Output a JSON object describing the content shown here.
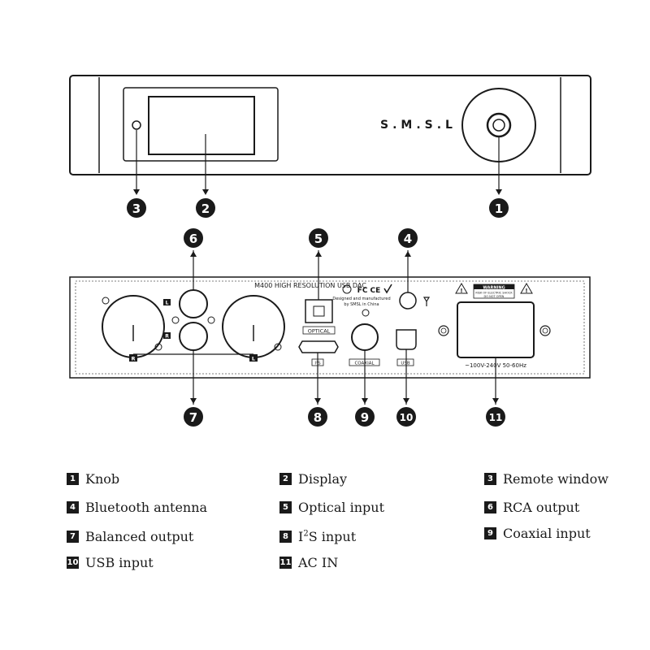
{
  "front_panel": {
    "brand": "S.M.S.L"
  },
  "rear_panel": {
    "model_text": "M400 HIGH RESOLUTION USB DAC",
    "optical_label": "OPTICAL",
    "i2s_label": "I²S",
    "coaxial_label": "COAXIAL",
    "usb_label": "USB",
    "rca_left_label": "L",
    "rca_right_label": "R",
    "xlr_right_label": "R",
    "xlr_left_label": "L",
    "cert_line1": "Designed and manufactured",
    "cert_line2": "by SMSL in China",
    "cert_marks": "FC CE",
    "warning_title": "WARNING",
    "warning_line1": "RISK OF ELECTRIC SHOCK",
    "warning_line2": "DO NOT OPEN",
    "power_spec": "~100V-240V 50-60Hz"
  },
  "callouts": [
    "1",
    "2",
    "3",
    "4",
    "5",
    "6",
    "7",
    "8",
    "9",
    "10",
    "11"
  ],
  "legend": [
    {
      "num": "1",
      "label": "Knob"
    },
    {
      "num": "2",
      "label": "Display"
    },
    {
      "num": "3",
      "label": "Remote window"
    },
    {
      "num": "4",
      "label": "Bluetooth antenna"
    },
    {
      "num": "5",
      "label": "Optical input"
    },
    {
      "num": "6",
      "label": "RCA output"
    },
    {
      "num": "7",
      "label": "Balanced output"
    },
    {
      "num": "8",
      "label_prefix": "I",
      "label_sup": "2",
      "label_suffix": "S input"
    },
    {
      "num": "9",
      "label": "Coaxial input"
    },
    {
      "num": "10",
      "label": "USB input"
    },
    {
      "num": "11",
      "label": "AC IN"
    }
  ]
}
